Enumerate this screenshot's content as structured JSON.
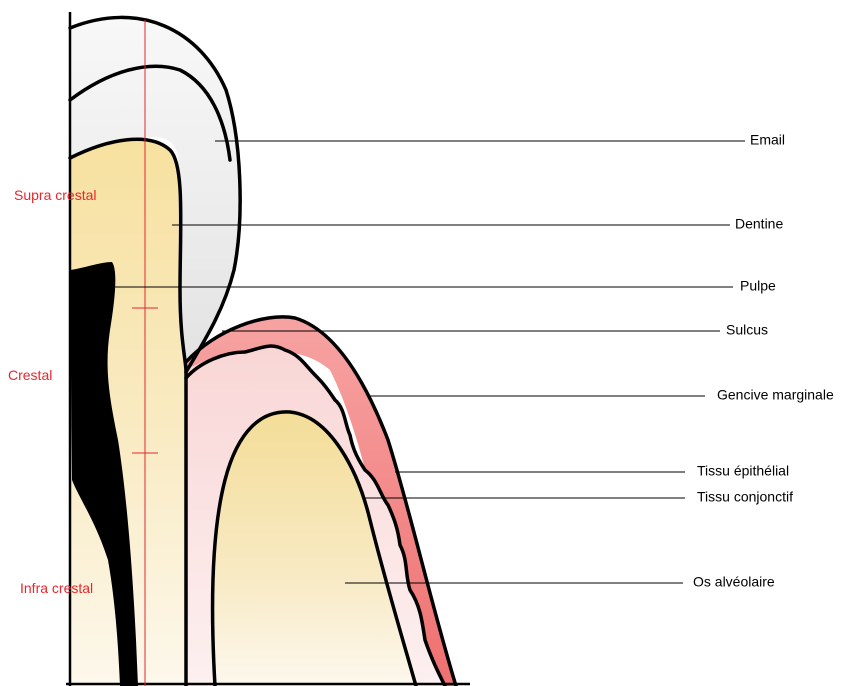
{
  "labels": {
    "email": "Email",
    "dentine": "Dentine",
    "pulpe": "Pulpe",
    "sulcus": "Sulcus",
    "gencive": "Gencive marginale",
    "epithelial": "Tissu épithélial",
    "conjonctif": "Tissu conjonctif",
    "os": "Os alvéolaire"
  },
  "zones": {
    "supra": "Supra crestal",
    "crestal": "Crestal",
    "infra": "Infra crestal"
  },
  "colors": {
    "zone_text": "#e8262e",
    "measure_line": "#e8262e",
    "enamel": "#eeeeee",
    "dentin": "#f7e4a8",
    "pulp": "#000000",
    "gingiva_connective": "#fbe0e0",
    "gingiva_epithelium": "#f08080",
    "bone": "#f6e3a6",
    "outline": "#000000"
  }
}
